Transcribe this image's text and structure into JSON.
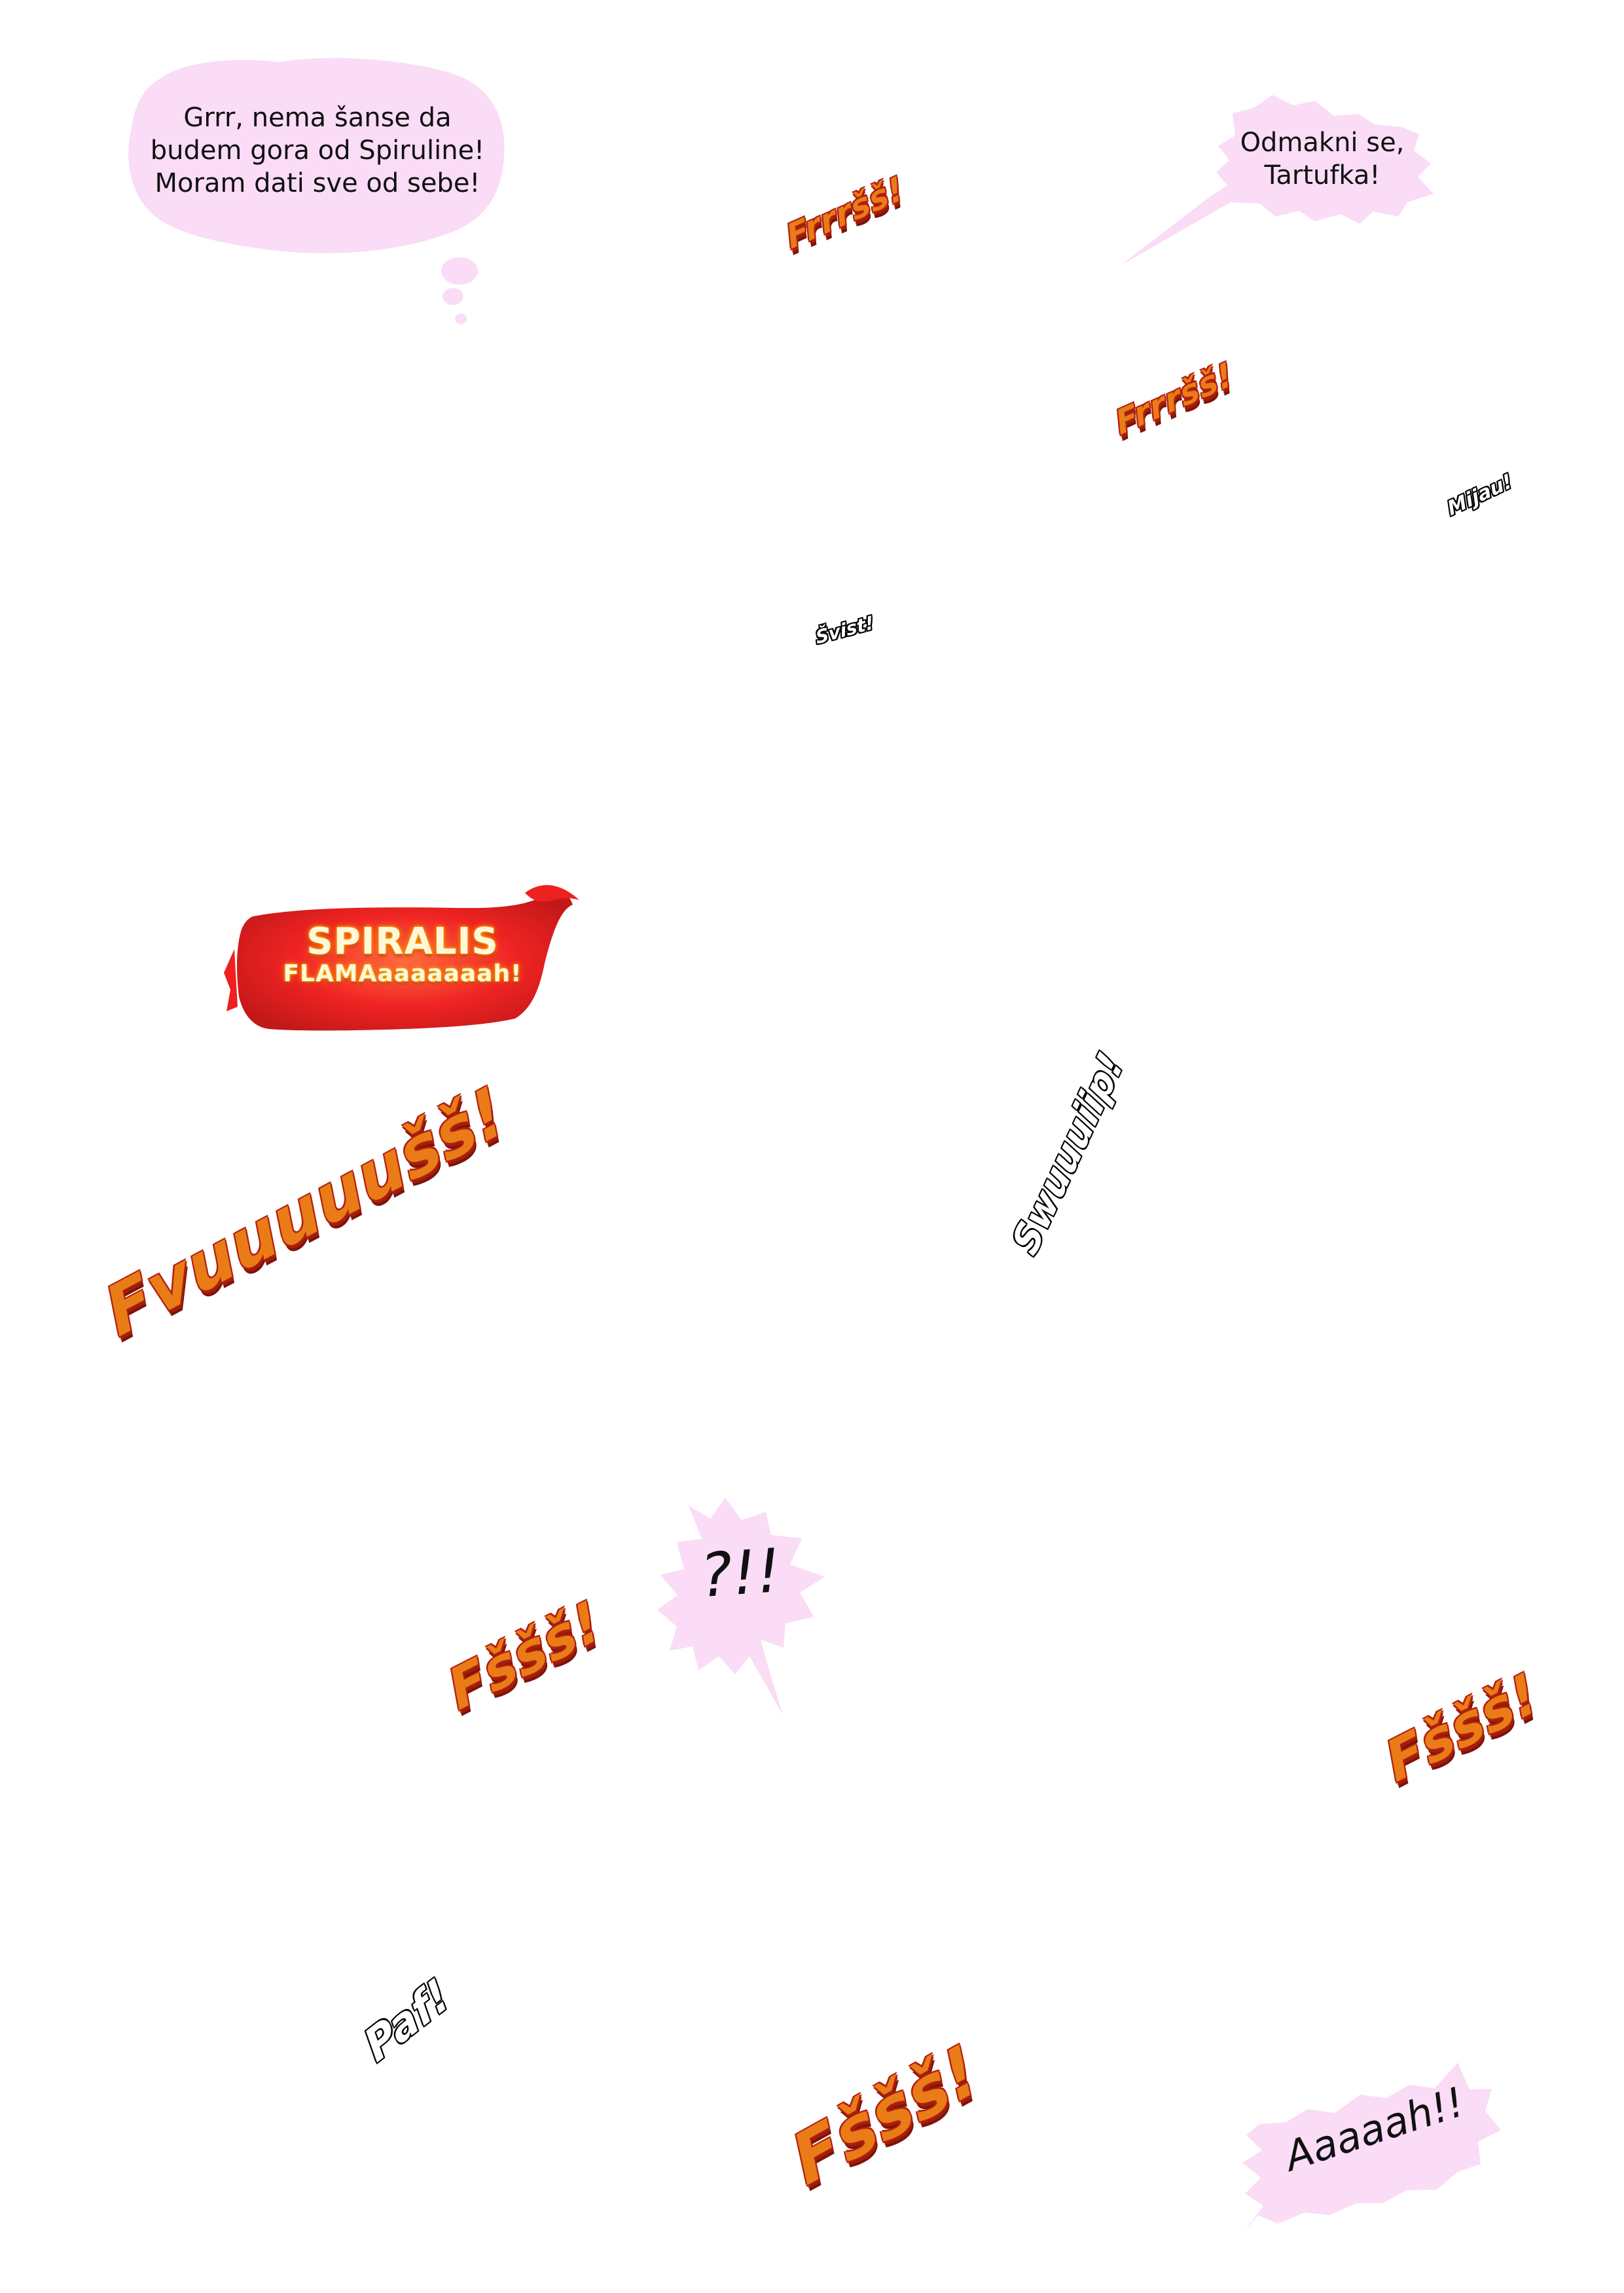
{
  "dialogue": {
    "thought_bubble": {
      "lines": [
        "Grrr, nema šanse da",
        "budem gora od Spiruline!",
        "Moram dati sve od sebe!"
      ]
    },
    "speech_bubble": {
      "lines": [
        "Odmakni se,",
        "Tartufka!"
      ]
    },
    "question_bubble": {
      "text": "?!!"
    },
    "scream_bubble": {
      "text": "Aaaaah!!"
    }
  },
  "spell": {
    "line1": "SPIRALIS",
    "line2": "FLAMAaaaaaaah!"
  },
  "sound_effects": {
    "frrrss_1": "Frrršš!",
    "frrrss_2": "Frrršš!",
    "mijau": "Mijau!",
    "svist": "Švist!",
    "fvuuuuuss": "Fvuuuuušš!",
    "swuuuip": "Swuuuiip!",
    "fsss_1": "Fššš!",
    "fsss_2": "Fššš!",
    "fsss_3": "Fššš!",
    "paf": "Paf!"
  },
  "colors": {
    "bubble": "#fadcf7",
    "fire_fill": "#e97c16",
    "fire_outline": "#b11f11",
    "spell_red": "#ef2020"
  }
}
